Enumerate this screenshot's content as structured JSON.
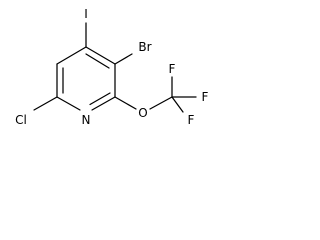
{
  "molecule": {
    "atoms": {
      "iodine": "I",
      "bromine": "Br",
      "chlorine": "Cl",
      "nitrogen": "N",
      "oxygen": "O",
      "fluorine_1": "F",
      "fluorine_2": "F",
      "fluorine_3": "F"
    }
  }
}
